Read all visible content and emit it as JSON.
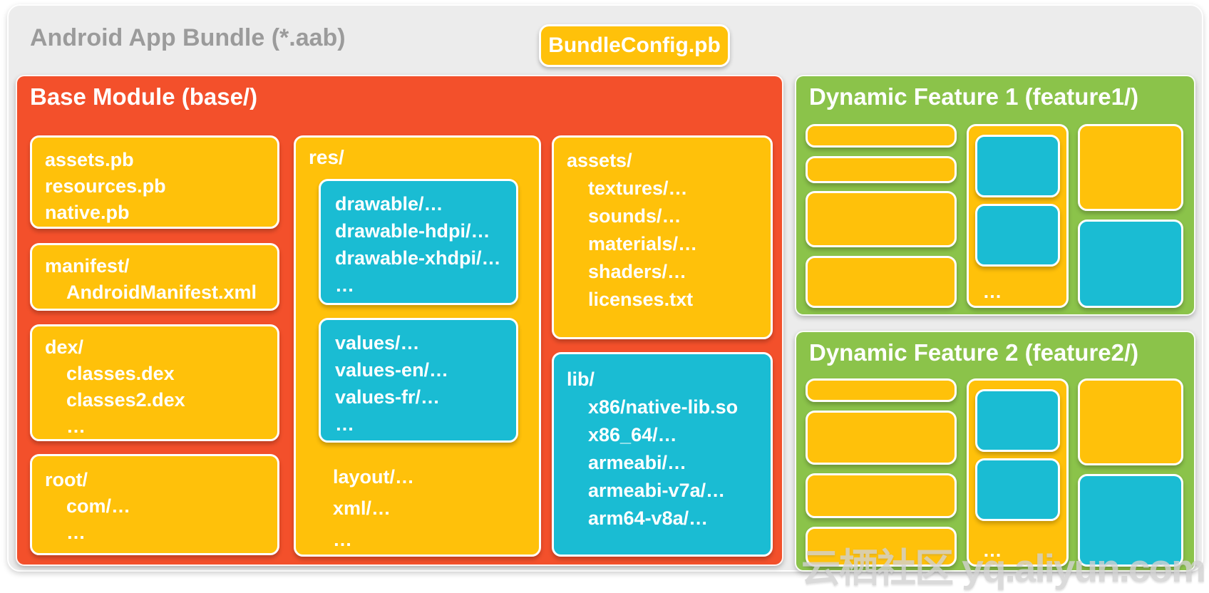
{
  "header": {
    "title": "Android App Bundle (*.aab)",
    "badge_label": "BundleConfig.pb"
  },
  "colors": {
    "orange": "#F3502B",
    "amber": "#FFC10A",
    "cyan": "#1ABCD3",
    "green": "#8BC34A",
    "frame_bg": "#ECECEC",
    "header_text": "#9B9B9B"
  },
  "base_module": {
    "title": "Base Module (base/)",
    "col1": {
      "box1": {
        "lines": [
          "assets.pb",
          "resources.pb",
          "native.pb"
        ]
      },
      "box2": {
        "lines": [
          "manifest/",
          "AndroidManifest.xml"
        ]
      },
      "box3": {
        "lines": [
          "dex/",
          "classes.dex",
          "classes2.dex",
          "…"
        ]
      },
      "box4": {
        "lines": [
          "root/",
          "com/…",
          "…"
        ]
      }
    },
    "col2": {
      "label": "res/",
      "box1": {
        "lines": [
          "drawable/…",
          "drawable-hdpi/…",
          "drawable-xhdpi/…",
          "…"
        ]
      },
      "box2": {
        "lines": [
          "values/…",
          "values-en/…",
          "values-fr/…",
          "…"
        ]
      },
      "tail": {
        "lines": [
          "layout/…",
          "xml/…",
          "…"
        ]
      }
    },
    "col3": {
      "box1": {
        "lines": [
          "assets/",
          "textures/…",
          "sounds/…",
          "materials/…",
          "shaders/…",
          "licenses.txt"
        ]
      },
      "box2": {
        "lines": [
          "lib/",
          "x86/native-lib.so",
          "x86_64/…",
          "armeabi/…",
          "armeabi-v7a/…",
          "arm64-v8a/…"
        ]
      }
    }
  },
  "features": [
    {
      "title": "Dynamic Feature 1 (feature1/)",
      "ellipsis": "…"
    },
    {
      "title": "Dynamic Feature 2 (feature2/)",
      "ellipsis": "…"
    }
  ],
  "watermark": "云栖社区 yq.aliyun.com"
}
